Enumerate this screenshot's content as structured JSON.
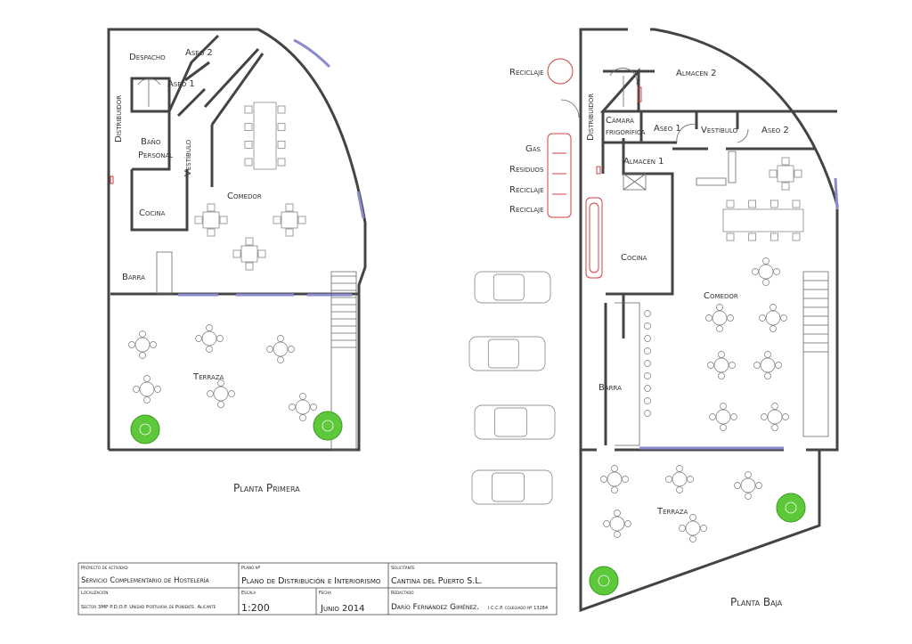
{
  "upper_floor": {
    "title": "Planta Primera",
    "rooms": {
      "despacho": "Despacho",
      "aseo2": "Aseo 2",
      "aseo1": "Aseo 1",
      "distribuidor": "Distribuidor",
      "bano": "Baño",
      "personal": "Personal",
      "vestibulo": "Vestíbulo",
      "comedor": "Comedor",
      "cocina": "Cocina",
      "barra": "Barra",
      "terraza": "Terraza"
    }
  },
  "ground_floor": {
    "title": "Planta Baja",
    "rooms": {
      "almacen2": "Almacén 2",
      "distribuidor": "Distribuidor",
      "camara": "Cámara",
      "frigorifica": "frigorífica",
      "aseo1": "Aseo 1",
      "vestibulo": "Vestíbulo",
      "aseo2": "Aseo 2",
      "almacen1": "Almacén 1",
      "cocina": "Cocina",
      "comedor": "Comedor",
      "barra": "Barra",
      "terraza": "Terraza"
    },
    "outside": {
      "reciclaje_top": "Reciclaje",
      "gas": "Gas",
      "residuos": "Residuos",
      "reciclaje1": "Reciclaje",
      "reciclaje2": "Reciclaje"
    }
  },
  "title_block": {
    "proyecto_label": "Proyecto de actividad",
    "proyecto": "Servicio Complementario de Hostelería",
    "plano_label": "Plano nº",
    "plano": "Plano de Distribución e Interiorismo",
    "solicitante_label": "Solicitante",
    "solicitante": "Cantina del Puerto S.L.",
    "localizacion_label": "Localización",
    "localizacion": "Sector 3MP P.D.O.P. Unidad Portuaria de Poniente. Alicante",
    "escala_label": "Escala",
    "escala": "1:200",
    "fecha_label": "Fecha",
    "fecha": "Junio 2014",
    "redactado_label": "Redactado",
    "redactado": "Darío Fernández Giménez.",
    "colegiado": "I.C.C.P. colegiado nº 13284"
  },
  "colors": {
    "walls": "#444444",
    "windows": "#8a8ad0",
    "plants": "#5cc83a",
    "red_marks": "#d04040"
  }
}
